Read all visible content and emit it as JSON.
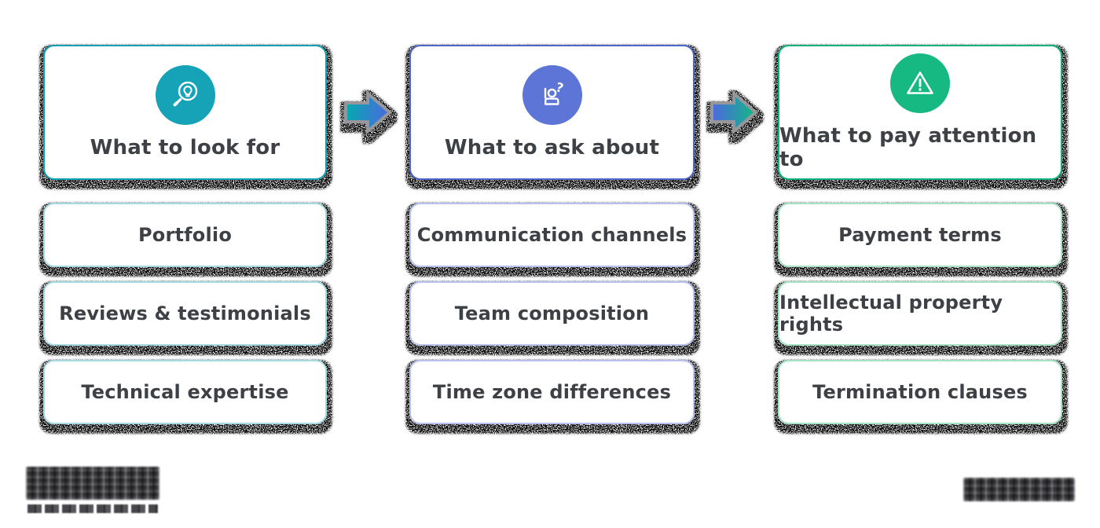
{
  "page": {
    "background": "#ffffff",
    "text_color": "#3d4045"
  },
  "columns": [
    {
      "header": {
        "label": "What to look for",
        "icon": "magnifier-lightbulb-icon"
      },
      "accent": "#0f9fb4",
      "circle": "#18a3b8",
      "item_border": "#a6dae3",
      "items": [
        "Portfolio",
        "Reviews & testimonials",
        "Technical expertise"
      ]
    },
    {
      "header": {
        "label": "What to ask about",
        "icon": "raised-hand-question-icon"
      },
      "accent": "#5065c9",
      "circle": "#5b74d6",
      "item_border": "#b9c2ef",
      "items": [
        "Communication channels",
        "Team composition",
        "Time zone differences"
      ]
    },
    {
      "header": {
        "label": "What to pay attention to",
        "icon": "warning-triangle-icon"
      },
      "accent": "#10b27e",
      "circle": "#13b981",
      "item_border": "#a5e3c6",
      "items": [
        "Payment terms",
        "Intellectual property rights",
        "Termination clauses"
      ]
    }
  ],
  "arrows": [
    {
      "gradient": [
        "#06a9ae",
        "#4d68e0"
      ]
    },
    {
      "gradient": [
        "#4d68e0",
        "#10ba83"
      ]
    }
  ],
  "footer": {
    "left_logo": "[pixelated logo wordmark]",
    "left_tagline": "[pixelated tagline]",
    "right_text": "[pixelated watermark]"
  }
}
